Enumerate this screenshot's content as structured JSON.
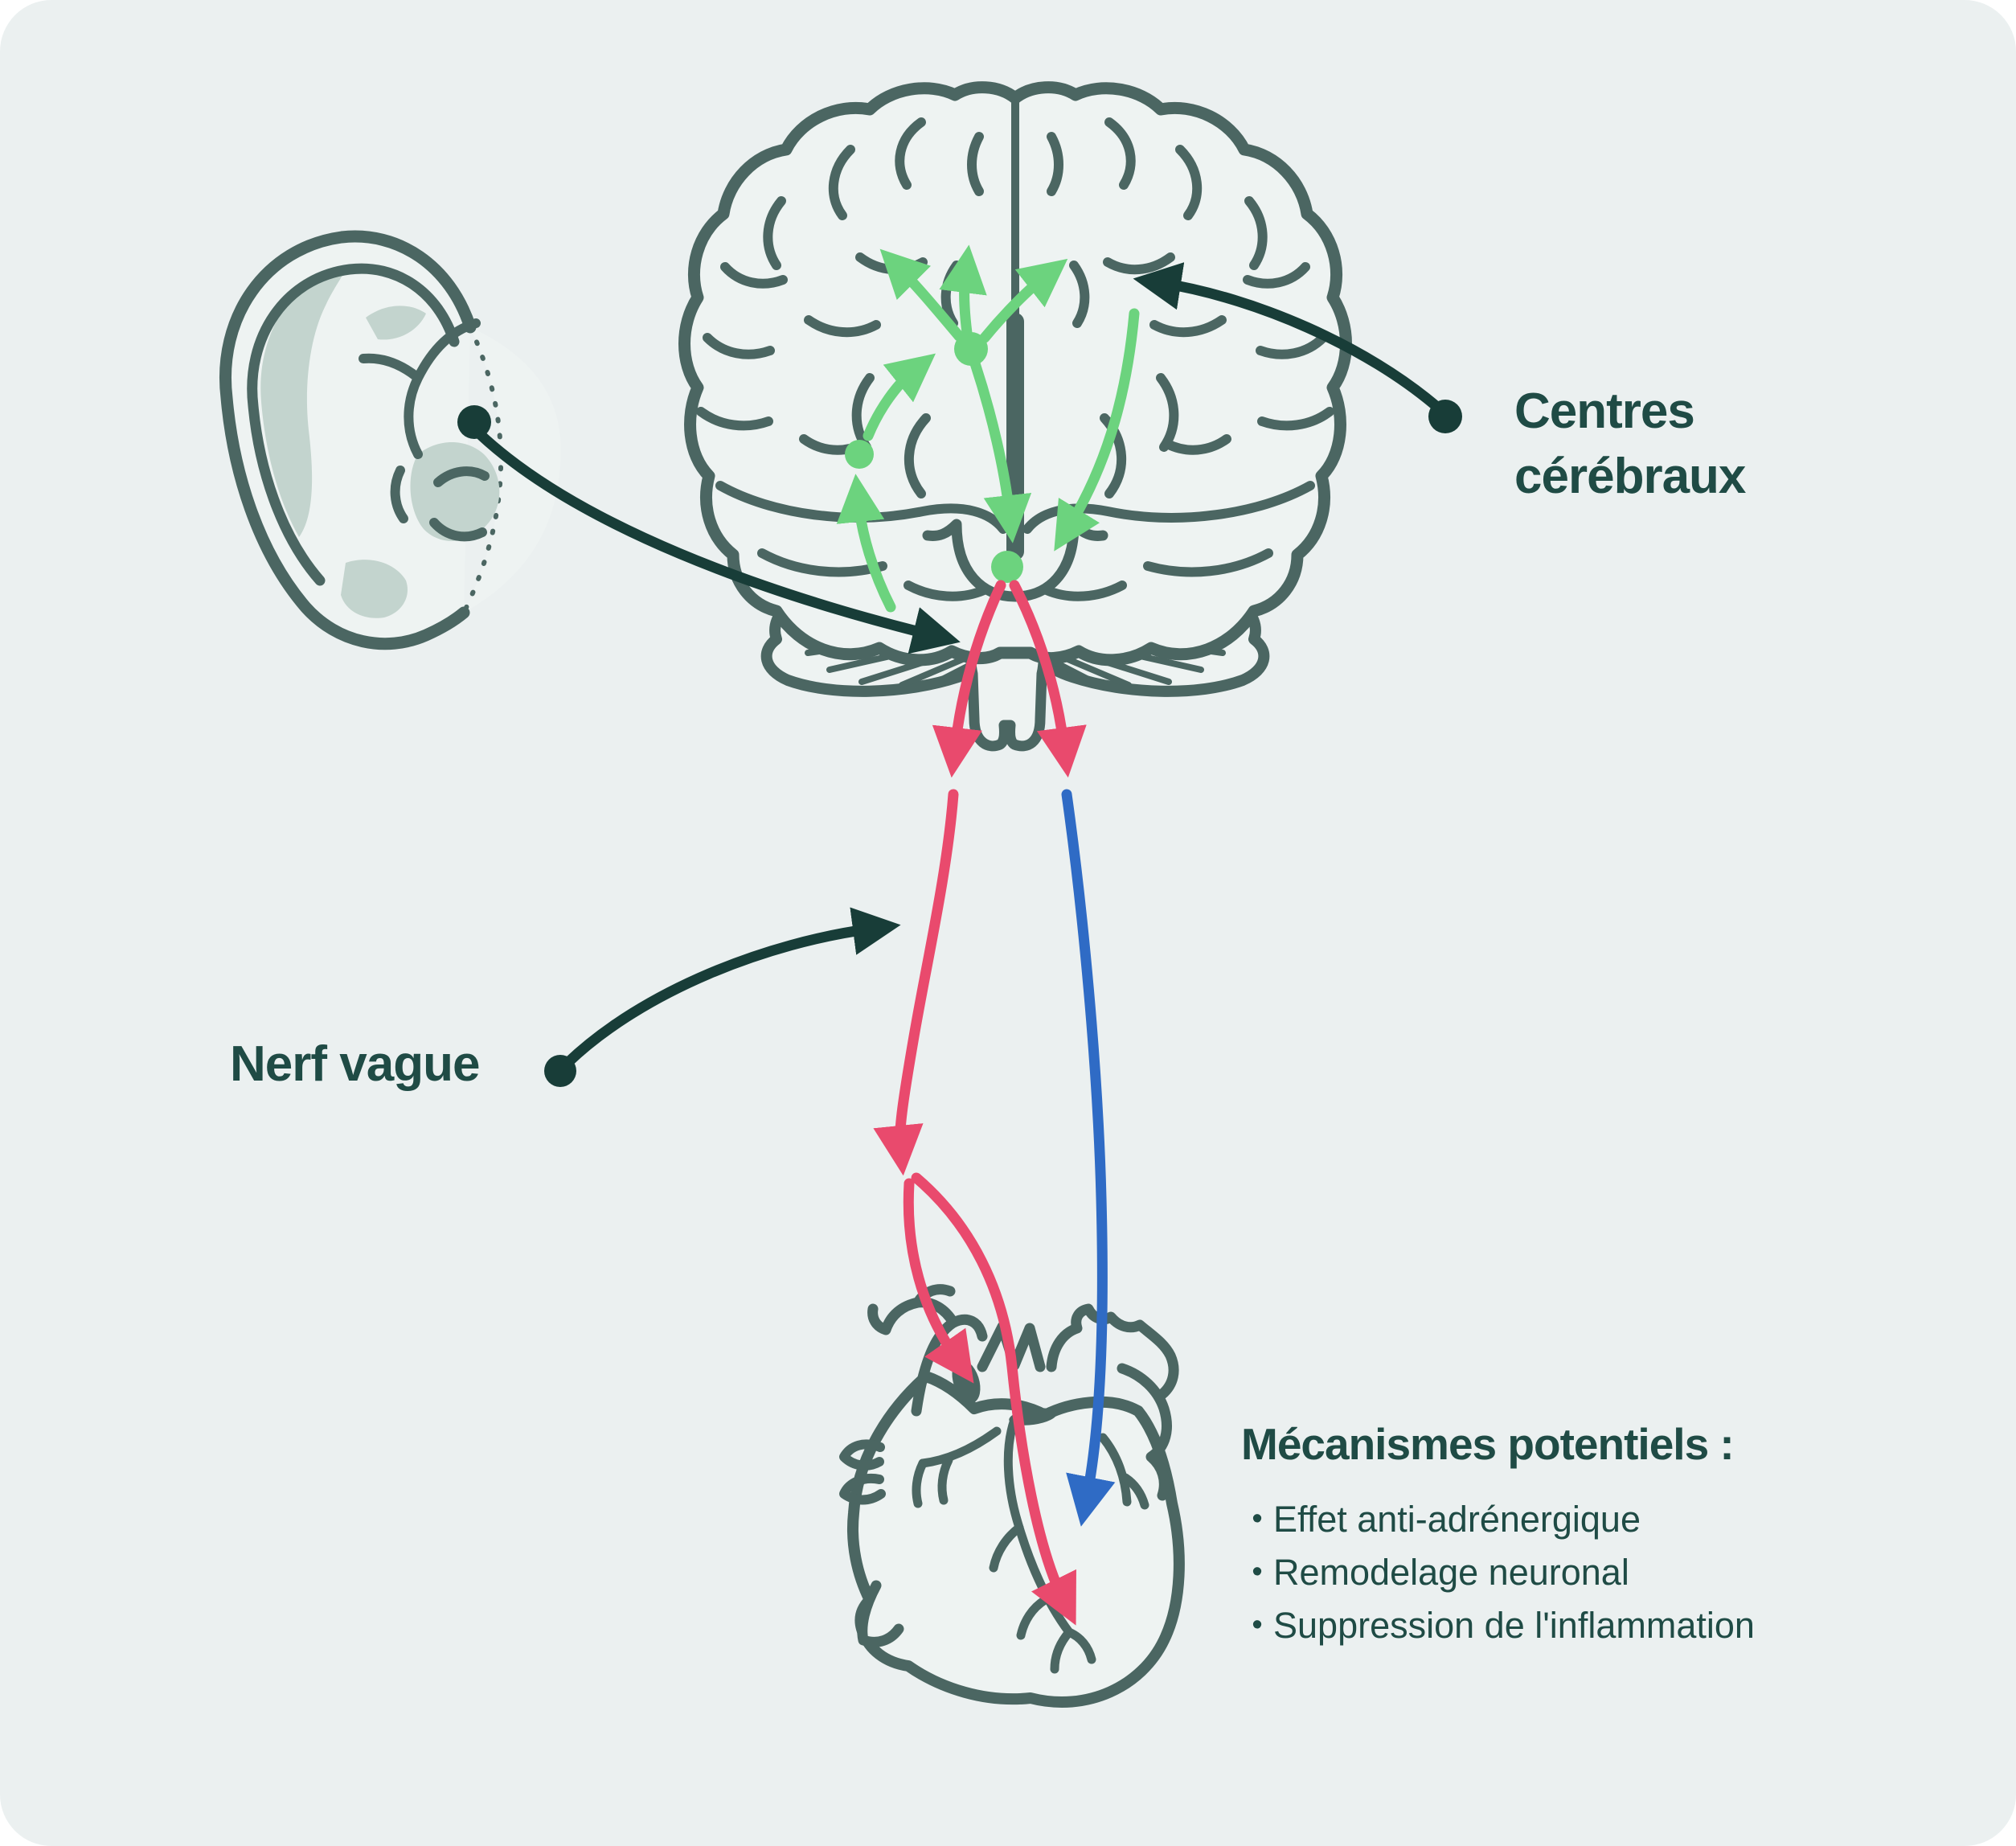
{
  "figure": {
    "labels": {
      "brain_centers": "Centres cérébraux",
      "vagus_nerve": "Nerf vague"
    },
    "mechanisms": {
      "title": "Mécanismes potentiels :",
      "bullet_char": "•",
      "items": [
        "Effet anti-adrénergique",
        "Remodelage neuronal",
        "Suppression de l'inflammation"
      ]
    }
  },
  "colors": {
    "page": "#ffffff",
    "card": "#ebf0f0",
    "slate": "#4b6662",
    "fill_light": "#eef3f2",
    "fill_mid": "#c3d4ce",
    "head": "#f2f6f5",
    "green": "#6cd37e",
    "red": "#e94a6d",
    "blue": "#2f6bc5",
    "dark": "#183d38",
    "text": "#1f4b45",
    "dotted": "#8fa6a0"
  }
}
